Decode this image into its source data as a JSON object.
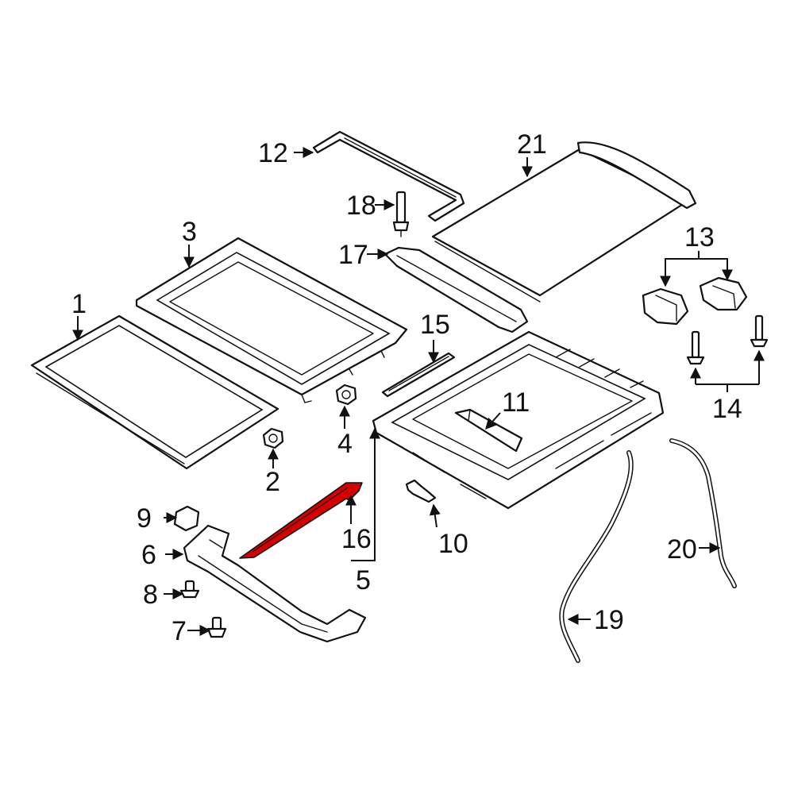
{
  "highlight_color": "#d60000",
  "callouts": {
    "c1": "1",
    "c2": "2",
    "c3": "3",
    "c4": "4",
    "c5": "5",
    "c6": "6",
    "c7": "7",
    "c8": "8",
    "c9": "9",
    "c10": "10",
    "c11": "11",
    "c12": "12",
    "c13": "13",
    "c14": "14",
    "c15": "15",
    "c16": "16",
    "c17": "17",
    "c18": "18",
    "c19": "19",
    "c20": "20",
    "c21": "21"
  },
  "highlighted_part": "16"
}
